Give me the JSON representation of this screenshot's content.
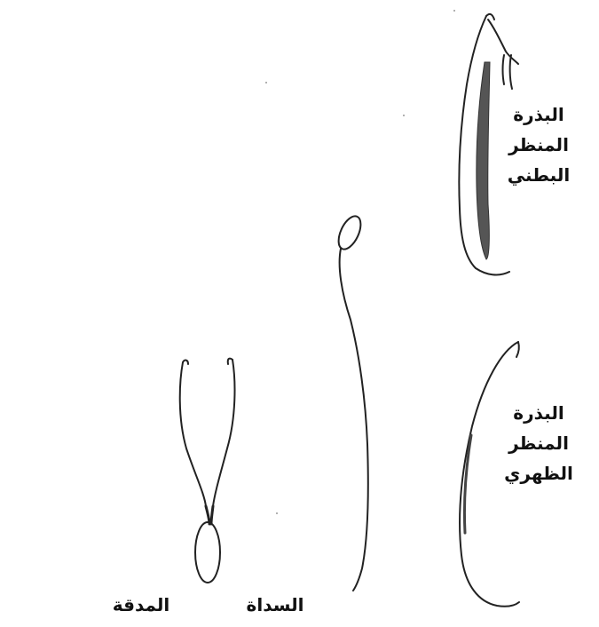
{
  "labels": {
    "ventral": {
      "line1": "البذرة",
      "line2": "المنظر",
      "line3": "البطني"
    },
    "dorsal": {
      "line1": "البذرة",
      "line2": "المنظر",
      "line3": "الظهري"
    },
    "style_label": "المدقة",
    "trap_label": "السداة"
  },
  "colors": {
    "ink": "#222222",
    "shade": "#555555",
    "paper": "#ffffff"
  }
}
